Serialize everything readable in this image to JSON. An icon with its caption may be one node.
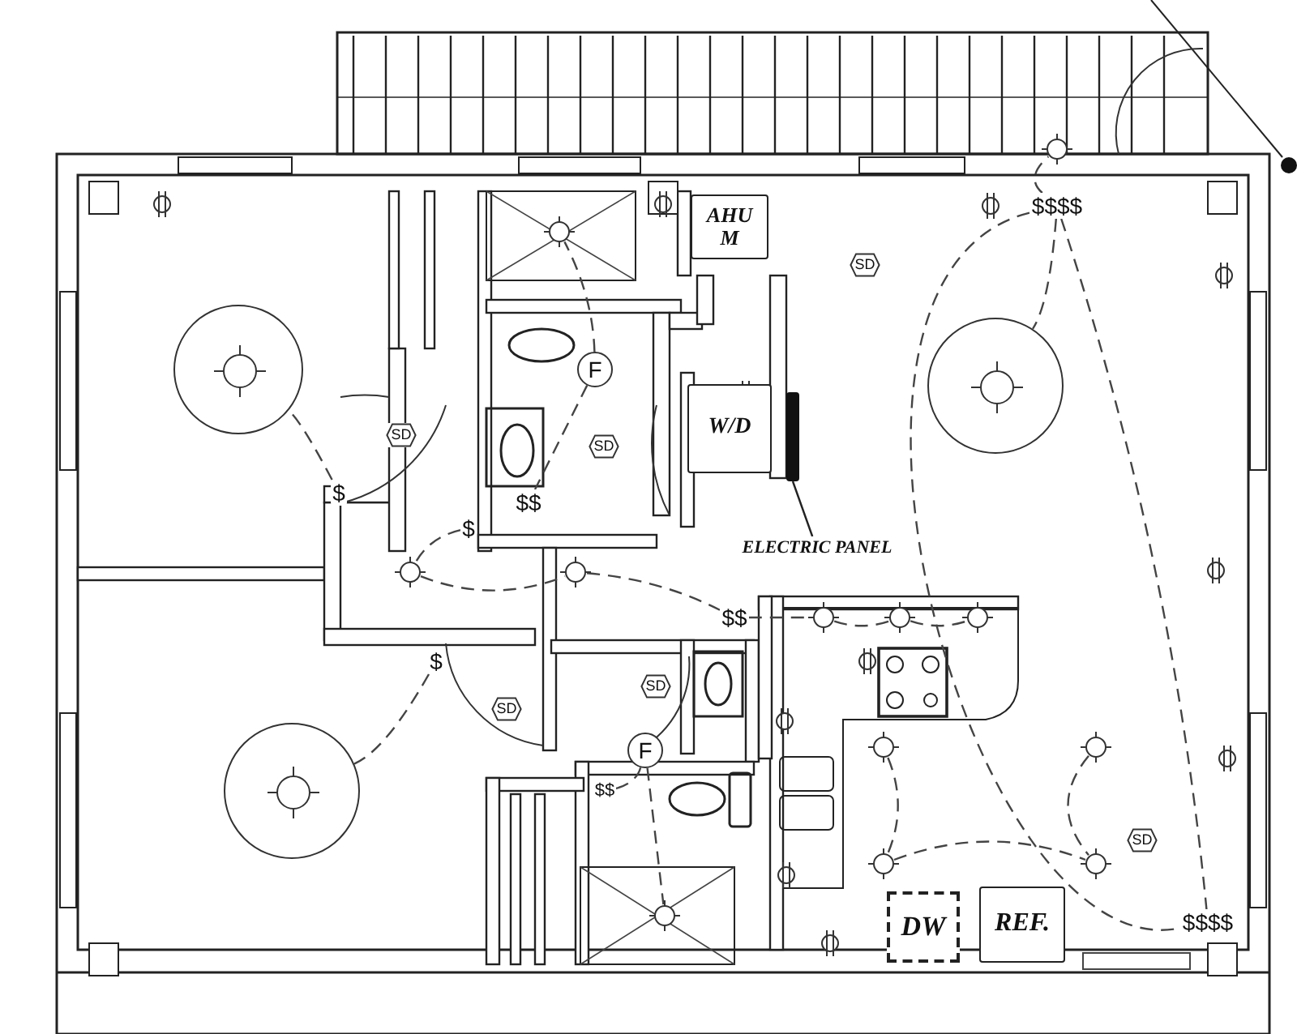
{
  "diagram": {
    "nodes": [
      {
        "text": [
          "AHU",
          "M"
        ]
      },
      {
        "text": [
          "W/D"
        ]
      },
      {
        "text": [],
        "shape": "bar"
      },
      {
        "text": [
          "ELECTRIC PANEL"
        ]
      },
      {
        "text": [
          "DW"
        ]
      },
      {
        "text": [
          "REF."
        ]
      },
      {
        "text": [
          "F"
        ]
      },
      {
        "text": [
          "F"
        ]
      },
      {
        "text": [
          "SD"
        ]
      },
      {
        "text": [
          "SD"
        ]
      },
      {
        "text": [
          "SD"
        ]
      },
      {
        "text": [
          "SD"
        ]
      },
      {
        "text": [
          "SD"
        ]
      },
      {
        "text": [
          "SD"
        ]
      },
      {
        "text": [
          "$$$$"
        ]
      },
      {
        "text": [
          "$"
        ]
      },
      {
        "text": [
          "$$"
        ]
      },
      {
        "text": [
          "$"
        ]
      },
      {
        "text": [
          "$$"
        ]
      },
      {
        "text": [
          "$"
        ]
      },
      {
        "text": [
          "$$"
        ]
      },
      {
        "text": [
          "$$$$"
        ]
      },
      {
        "text": [],
        "shape": "circle"
      },
      {
        "text": [],
        "shape": "circle"
      },
      {
        "text": [],
        "shape": "circle"
      },
      {
        "text": [],
        "shape": "circle"
      },
      {
        "text": [],
        "shape": "circle"
      },
      {
        "text": [],
        "shape": "circle"
      },
      {
        "text": [],
        "shape": "circle"
      },
      {
        "text": [],
        "shape": "circle"
      },
      {
        "text": [],
        "shape": "circle"
      },
      {
        "text": [],
        "shape": "circle"
      },
      {
        "text": [],
        "shape": "circle"
      },
      {
        "text": [],
        "shape": "circle"
      },
      {
        "text": [],
        "shape": "circle"
      },
      {
        "text": [],
        "shape": "circle"
      },
      {
        "text": [],
        "shape": "circle"
      }
    ],
    "edges": [
      {
        "from": 3,
        "to": 2,
        "arrow": "none"
      },
      {
        "from": 14,
        "to": 23,
        "arrow": "none",
        "style": "dashed"
      },
      {
        "from": 14,
        "to": 21,
        "arrow": "none",
        "style": "dashed"
      },
      {
        "from": 14,
        "to": 21,
        "arrow": "none",
        "style": "dashed"
      },
      {
        "from": 14,
        "to": 36,
        "arrow": "none",
        "style": "dashed"
      },
      {
        "from": 31,
        "to": 33,
        "arrow": "none",
        "style": "dashed"
      },
      {
        "from": 30,
        "to": 32,
        "arrow": "none",
        "style": "dashed"
      },
      {
        "from": 32,
        "to": 33,
        "arrow": "none",
        "style": "dashed"
      },
      {
        "from": 18,
        "to": 27,
        "arrow": "none",
        "style": "dashed"
      },
      {
        "from": 27,
        "to": 28,
        "arrow": "none",
        "style": "dashed"
      },
      {
        "from": 28,
        "to": 29,
        "arrow": "none",
        "style": "dashed"
      },
      {
        "from": 25,
        "to": 26,
        "arrow": "none",
        "style": "dashed"
      },
      {
        "from": 26,
        "to": 18,
        "arrow": "none",
        "style": "dashed"
      },
      {
        "from": 17,
        "to": 25,
        "arrow": "none",
        "style": "dashed"
      },
      {
        "from": 15,
        "to": 22,
        "arrow": "none",
        "style": "dashed"
      },
      {
        "from": 19,
        "to": 24,
        "arrow": "none",
        "style": "dashed"
      },
      {
        "from": 6,
        "to": 34,
        "arrow": "none",
        "style": "dashed"
      },
      {
        "from": 6,
        "to": 16,
        "arrow": "none",
        "style": "dashed"
      },
      {
        "from": 20,
        "to": 7,
        "arrow": "none",
        "style": "dashed"
      },
      {
        "from": 7,
        "to": 35,
        "arrow": "none",
        "style": "dashed"
      }
    ]
  }
}
